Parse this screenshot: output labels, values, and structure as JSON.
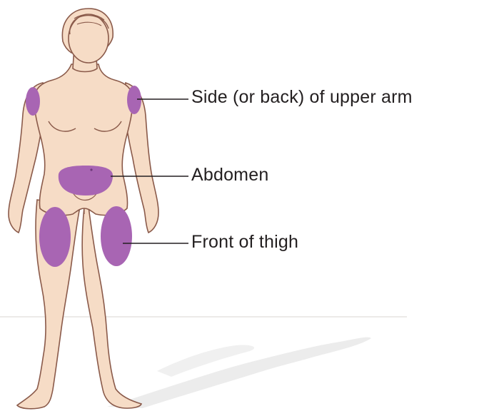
{
  "colors": {
    "skin": "#f6dcc6",
    "outline": "#8a5a4a",
    "injection_site": "#a865b3",
    "leader_line": "#231f20",
    "floor_line": "#e6e3e1",
    "shadow": "#ededed"
  },
  "labels": {
    "upper_arm": "Side (or back) of upper arm",
    "abdomen": "Abdomen",
    "thigh": "Front of thigh"
  }
}
